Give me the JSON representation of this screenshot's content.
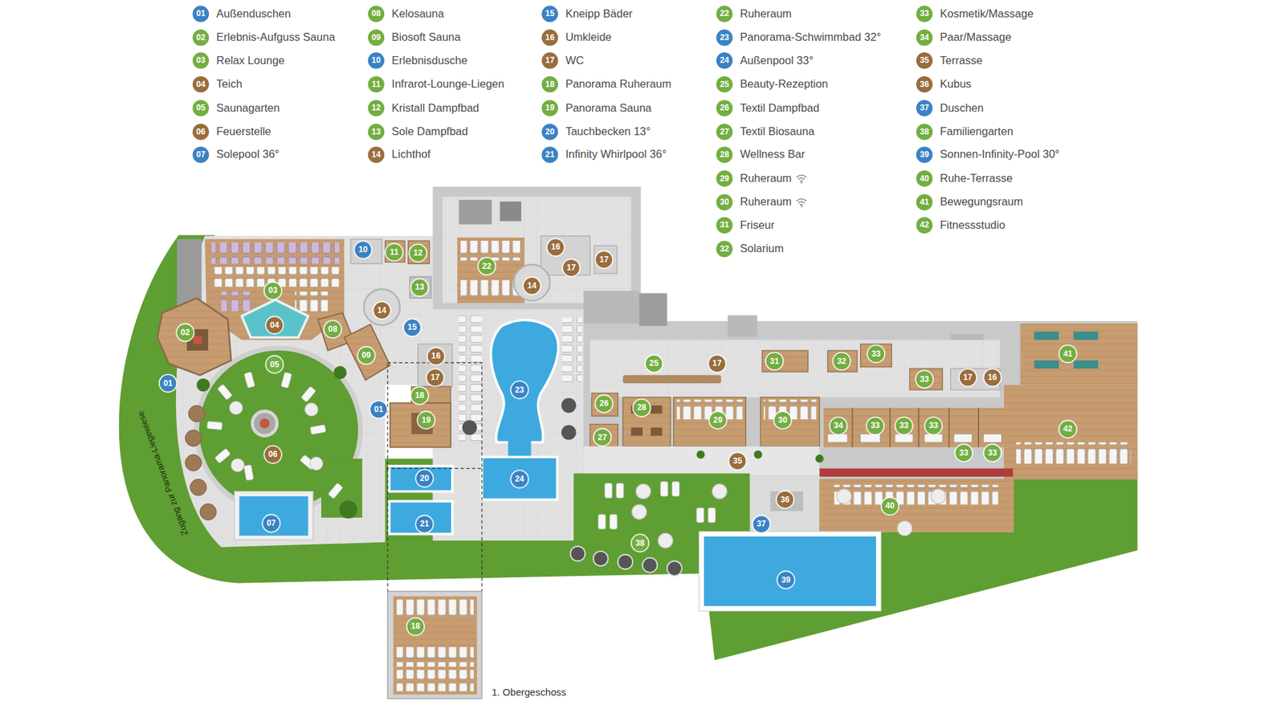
{
  "diagram": {
    "labels": [
      "01",
      "02",
      "03",
      "04",
      "05",
      "06",
      "07",
      "08",
      "09",
      "10",
      "11",
      "12",
      "13",
      "14",
      "15",
      "16",
      "17",
      "18",
      "19",
      "20",
      "21",
      "22",
      "23",
      "24",
      "25",
      "26",
      "27",
      "28",
      "29",
      "30",
      "31",
      "32",
      "33",
      "34",
      "35",
      "36",
      "37",
      "38",
      "39",
      "40",
      "41",
      "42",
      "01",
      "01",
      "02",
      "03",
      "04",
      "05",
      "06",
      "07",
      "08",
      "09",
      "10",
      "11",
      "12",
      "13",
      "14",
      "14",
      "15",
      "16",
      "16",
      "16",
      "17",
      "17",
      "17",
      "17",
      "17",
      "18",
      "18",
      "19",
      "20",
      "21",
      "22",
      "23",
      "24",
      "25",
      "26",
      "27",
      "28",
      "29",
      "30",
      "31",
      "32",
      "33",
      "33",
      "33",
      "33",
      "33",
      "33",
      "33",
      "34",
      "35",
      "36",
      "37",
      "38",
      "39",
      "40",
      "41",
      "42",
      "Zugang zur Panorama-Liegewiese",
      "1. Obergeschoss"
    ],
    "legend": [
      {
        "text": "Außenduschen",
        "color": "#3b82c4"
      },
      {
        "text": "Erlebnis-Aufguss Sauna",
        "color": "#72ae41"
      },
      {
        "text": "Relax Lounge",
        "color": "#72ae41"
      },
      {
        "text": "Teich",
        "color": "#9a6d3c"
      },
      {
        "text": "Saunagarten",
        "color": "#72ae41"
      },
      {
        "text": "Feuerstelle",
        "color": "#9a6d3c"
      },
      {
        "text": "Solepool 36°",
        "color": "#3b82c4"
      },
      {
        "text": "Kelosauna",
        "color": "#72ae41"
      },
      {
        "text": "Biosoft Sauna",
        "color": "#72ae41"
      },
      {
        "text": "Erlebnisdusche",
        "color": "#3b82c4"
      },
      {
        "text": "Infrarot-Lounge-Liegen",
        "color": "#72ae41"
      },
      {
        "text": "Kristall Dampfbad",
        "color": "#72ae41"
      },
      {
        "text": "Sole Dampfbad",
        "color": "#72ae41"
      },
      {
        "text": "Lichthof",
        "color": "#9a6d3c"
      },
      {
        "text": "Kneipp Bäder",
        "color": "#3b82c4"
      },
      {
        "text": "Umkleide",
        "color": "#9a6d3c"
      },
      {
        "text": "WC",
        "color": "#9a6d3c"
      },
      {
        "text": "Panorama Ruheraum",
        "color": "#72ae41"
      },
      {
        "text": "Panorama Sauna",
        "color": "#72ae41"
      },
      {
        "text": "Tauchbecken 13°",
        "color": "#3b82c4"
      },
      {
        "text": "Infinity Whirlpool 36°",
        "color": "#3b82c4"
      },
      {
        "text": "Ruheraum",
        "color": "#72ae41"
      },
      {
        "text": "Panorama-Schwimmbad 32°",
        "color": "#3b82c4"
      },
      {
        "text": "Außenpool 33°",
        "color": "#3b82c4"
      },
      {
        "text": "Beauty-Rezeption",
        "color": "#72ae41"
      },
      {
        "text": "Textil Dampfbad",
        "color": "#72ae41"
      },
      {
        "text": "Textil Biosauna",
        "color": "#72ae41"
      },
      {
        "text": "Wellness Bar",
        "color": "#72ae41"
      },
      {
        "text": "Ruheraum",
        "color": "#72ae41"
      },
      {
        "text": "Ruheraum",
        "color": "#72ae41"
      },
      {
        "text": "Friseur",
        "color": "#72ae41"
      },
      {
        "text": "Solarium",
        "color": "#72ae41"
      },
      {
        "text": "Kosmetik/Massage",
        "color": "#72ae41"
      },
      {
        "text": "Paar/Massage",
        "color": "#72ae41"
      },
      {
        "text": "Terrasse",
        "color": "#9a6d3c"
      },
      {
        "text": "Kubus",
        "color": "#9a6d3c"
      },
      {
        "text": "Duschen",
        "color": "#3b82c4"
      },
      {
        "text": "Familiengarten",
        "color": "#72ae41"
      },
      {
        "text": "Sonnen-Infinity-Pool 30°",
        "color": "#3b82c4"
      },
      {
        "text": "Ruhe-Terrasse",
        "color": "#72ae41"
      },
      {
        "text": "Bewegungsraum",
        "color": "#72ae41"
      },
      {
        "text": "Fitnessstudio",
        "color": "#72ae41"
      }
    ]
  }
}
